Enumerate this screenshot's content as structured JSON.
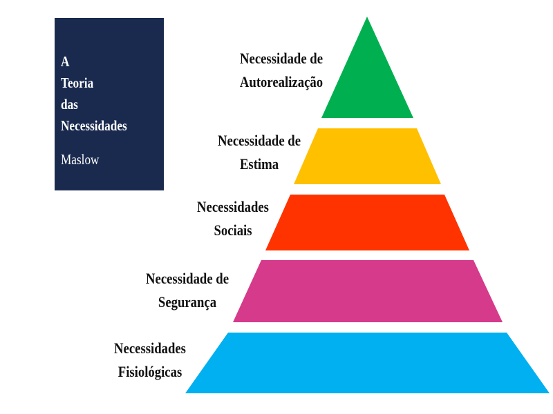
{
  "title_box": {
    "lines": [
      "A",
      "Teoria",
      "das",
      "Necessidades"
    ],
    "subtitle": "Maslow",
    "background": "#1a2a4f"
  },
  "pyramid": {
    "levels": [
      {
        "line1": "Necessidade de",
        "line2": "Autorealização",
        "color": "#00b050"
      },
      {
        "line1": "Necessidade de",
        "line2": "Estima",
        "color": "#ffc000"
      },
      {
        "line1": "Necessidades",
        "line2": "Sociais",
        "color": "#ff3300"
      },
      {
        "line1": "Necessidade de",
        "line2": "Segurança",
        "color": "#d63a8a"
      },
      {
        "line1": "Necessidades",
        "line2": "Fisiológicas",
        "color": "#00b0f0"
      }
    ]
  }
}
